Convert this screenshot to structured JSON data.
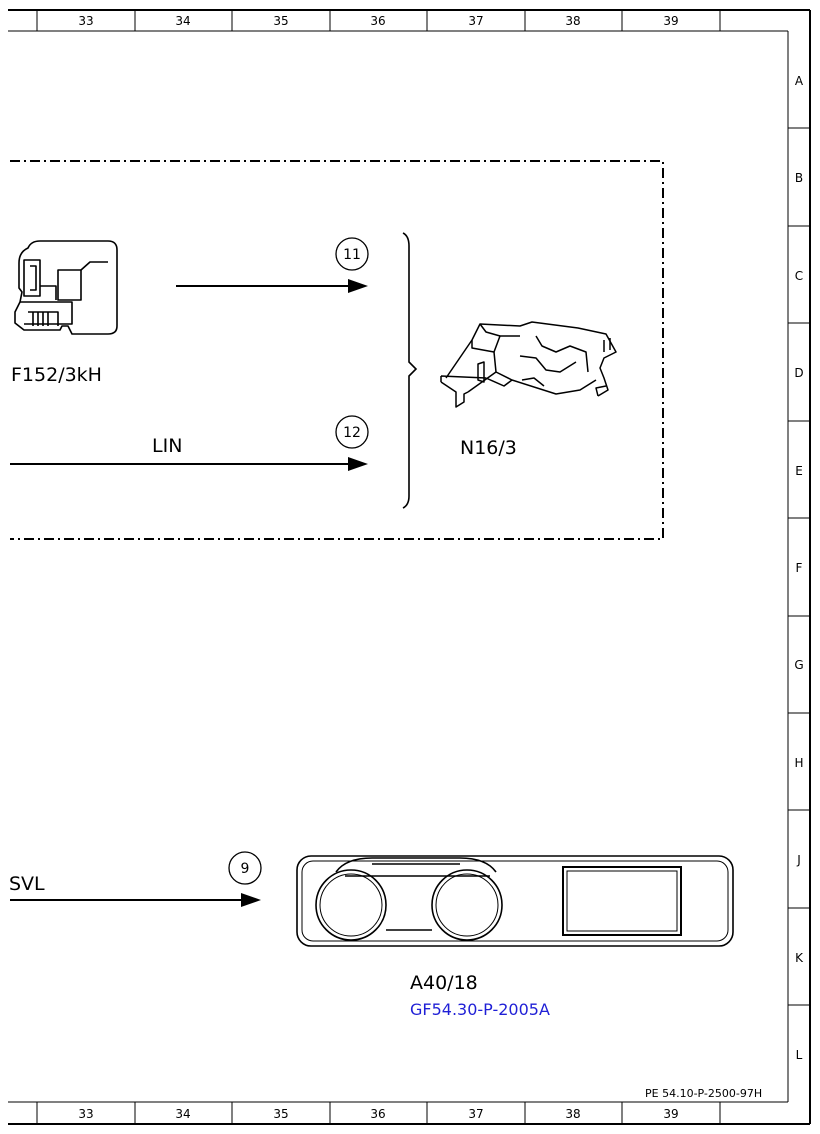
{
  "sheet": {
    "column_numbers": [
      "33",
      "34",
      "35",
      "36",
      "37",
      "38",
      "39"
    ],
    "row_letters": [
      "A",
      "B",
      "C",
      "D",
      "E",
      "F",
      "G",
      "H",
      "J",
      "K",
      "L"
    ],
    "document_number": "PE 54.10-P-2500-97H"
  },
  "components": {
    "relay": {
      "label": "F152/3kH",
      "icon": "relay-icon"
    },
    "module": {
      "label": "N16/3",
      "icon": "control-module-icon"
    },
    "cluster": {
      "label": "A40/18",
      "reference": "GF54.30-P-2005A",
      "icon": "instrument-cluster-icon"
    }
  },
  "connections": {
    "c11": {
      "number": "11"
    },
    "c12": {
      "number": "12",
      "label": "LIN"
    },
    "c9": {
      "number": "9",
      "label": "SVL"
    }
  },
  "colors": {
    "line": "#000000",
    "link": "#1f1fd6",
    "background": "#ffffff"
  }
}
